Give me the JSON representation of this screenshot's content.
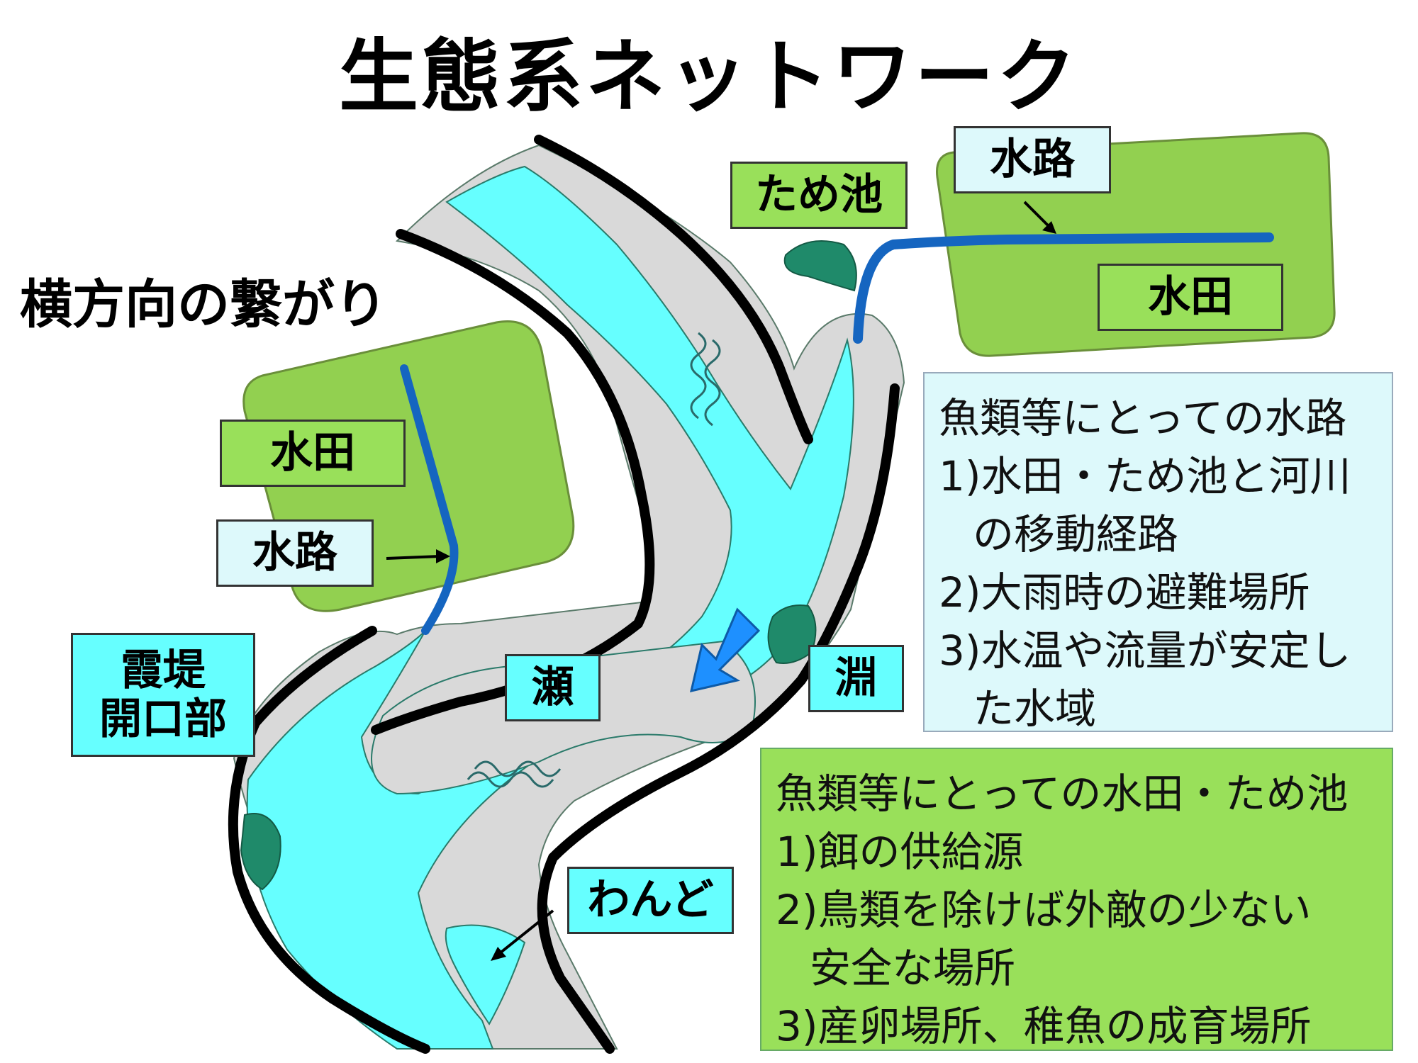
{
  "title": "生態系ネットワーク",
  "subtitle": "横方向の繋がり",
  "labels": {
    "tameike": "ため池",
    "suiro_right": "水路",
    "suiden_right": "水田",
    "suiden_left": "水田",
    "suiro_left": "水路",
    "kasumitei": [
      "霞堤",
      "開口部"
    ],
    "se": "瀬",
    "fuchi": "淵",
    "wando": "わんど"
  },
  "info_waterway": {
    "heading": "魚類等にとっての水路",
    "items": [
      [
        "1)水田・ため池と河川",
        "の移動経路"
      ],
      [
        "2)大雨時の避難場所"
      ],
      [
        "3)水温や流量が安定し",
        "た水域"
      ]
    ]
  },
  "info_paddy": {
    "heading": "魚類等にとっての水田・ため池",
    "items": [
      [
        "1)餌の供給源"
      ],
      [
        "2)鳥類を除けば外敵の少ない",
        "安全な場所"
      ],
      [
        "3)産卵場所、稚魚の成育場所"
      ]
    ]
  },
  "colors": {
    "paddy": "#92d050",
    "river_water": "#66ffff",
    "floodplain": "#d9d9d9",
    "pool": "#1f8a6a",
    "waterway_line": "#1565c0",
    "flow_arrow": "#1e90ff"
  }
}
